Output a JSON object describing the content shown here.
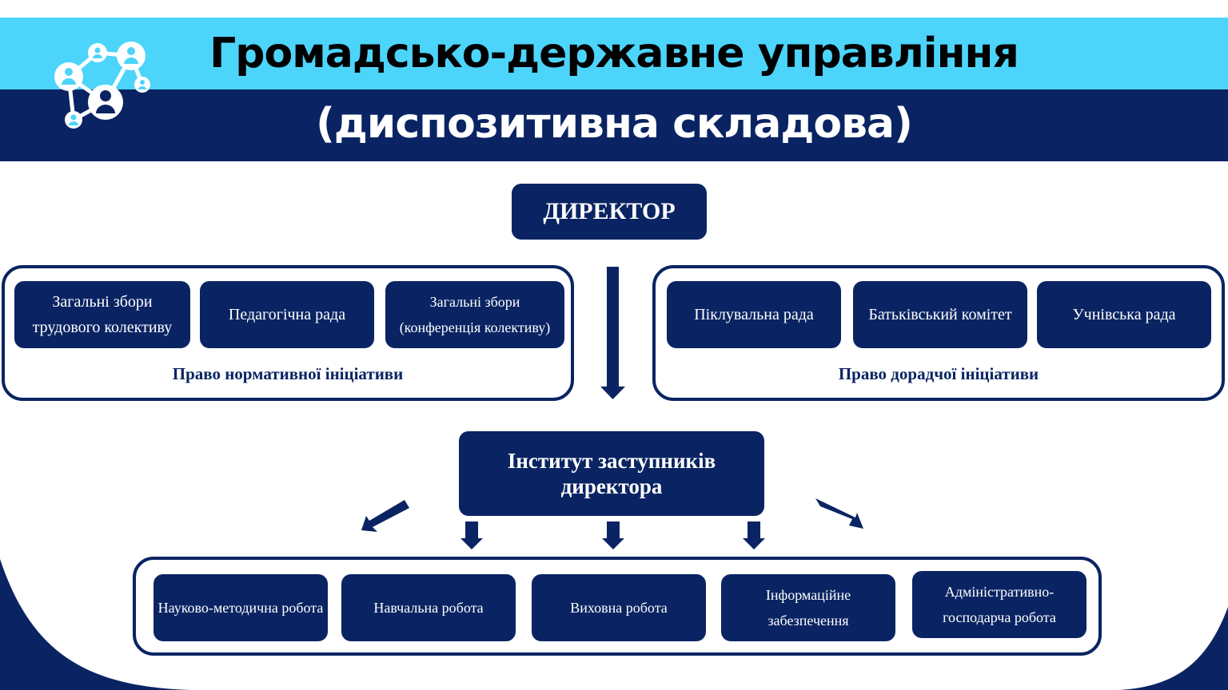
{
  "header": {
    "title_line1": "Громадсько-державне управління",
    "title_line2": "(диспозитивна складова)"
  },
  "director": "ДИРЕКТОР",
  "left_group": {
    "items": [
      "Загальні збори трудового колективу",
      "Педагогічна рада",
      "Загальні збори (конференція колективу)"
    ],
    "label": "Право нормативної ініціативи"
  },
  "right_group": {
    "items": [
      "Піклувальна рада",
      "Батьківський комітет",
      "Учнівська рада"
    ],
    "label": "Право дорадчої ініціативи"
  },
  "deputies": "Інститут заступників директора",
  "directions": [
    "Науково-методична робота",
    "Навчальна робота",
    "Виховна робота",
    "Інформаційне забезпечення",
    "Адміністративно-господарча робота"
  ],
  "colors": {
    "navy": "#0a2463",
    "cyan": "#4dd4fa",
    "white": "#ffffff"
  },
  "icons": [
    "network-people-icon"
  ]
}
